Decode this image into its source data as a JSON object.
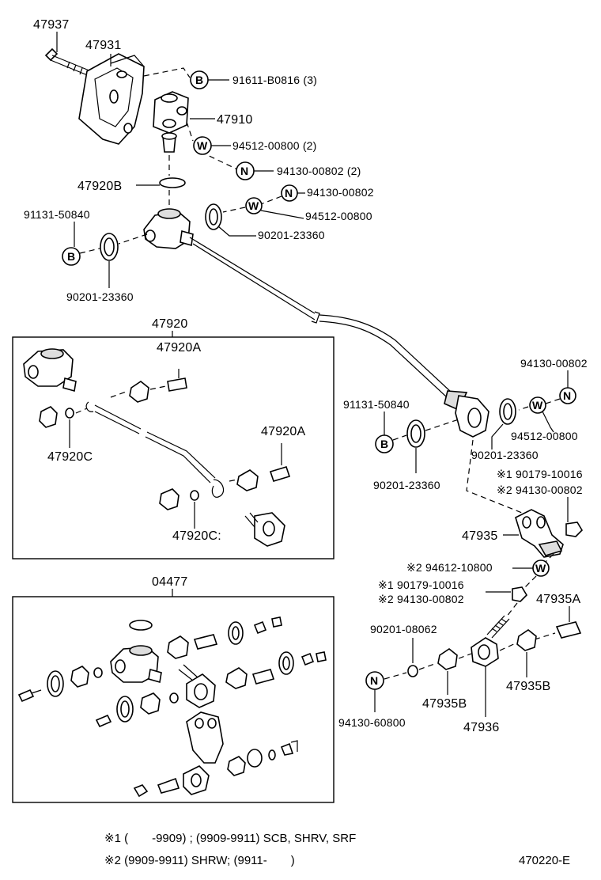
{
  "labels": {
    "p47937": "47937",
    "p47931": "47931",
    "p47910": "47910",
    "p47920B": "47920B",
    "p47920": "47920",
    "p47920A_1": "47920A",
    "p47920A_2": "47920A",
    "p47920C_1": "47920C",
    "p47920C_2": "47920C:",
    "p04477": "04477",
    "p47935": "47935",
    "p47935A": "47935A",
    "p47935B_1": "47935B",
    "p47935B_2": "47935B",
    "p47936": "47936",
    "r91611": "91611-B0816 (3)",
    "r94512_2": "94512-00800 (2)",
    "r94130_2": "94130-00802 (2)",
    "r94130_a": "94130-00802",
    "r94512_a": "94512-00800",
    "r90201_a": "90201-23360",
    "r91131_a": "91131-50840",
    "r90201_b": "90201-23360",
    "r94130_b": "94130-00802",
    "r94512_b": "94512-00800",
    "r91131_b": "91131-50840",
    "r90201_c": "90201-23360",
    "r90201_d": "90201-23360",
    "r90179_s1a": "※1 90179-10016",
    "r94130_s2a": "※2 94130-00802",
    "r94612": "※2 94612-10800",
    "r90179_s1b": "※1 90179-10016",
    "r94130_s2b": "※2 94130-00802",
    "r90201_08062": "90201-08062",
    "r94130_60800": "94130-60800"
  },
  "symbols": {
    "bolt": "B",
    "washer": "W",
    "nut": "N"
  },
  "notes": {
    "note1": "※1 (　　-9909) ; (9909-9911) SCB, SHRV, SRF",
    "note2": "※2 (9909-9911) SHRW; (9911-　　)"
  },
  "figure_code": "470220-E"
}
